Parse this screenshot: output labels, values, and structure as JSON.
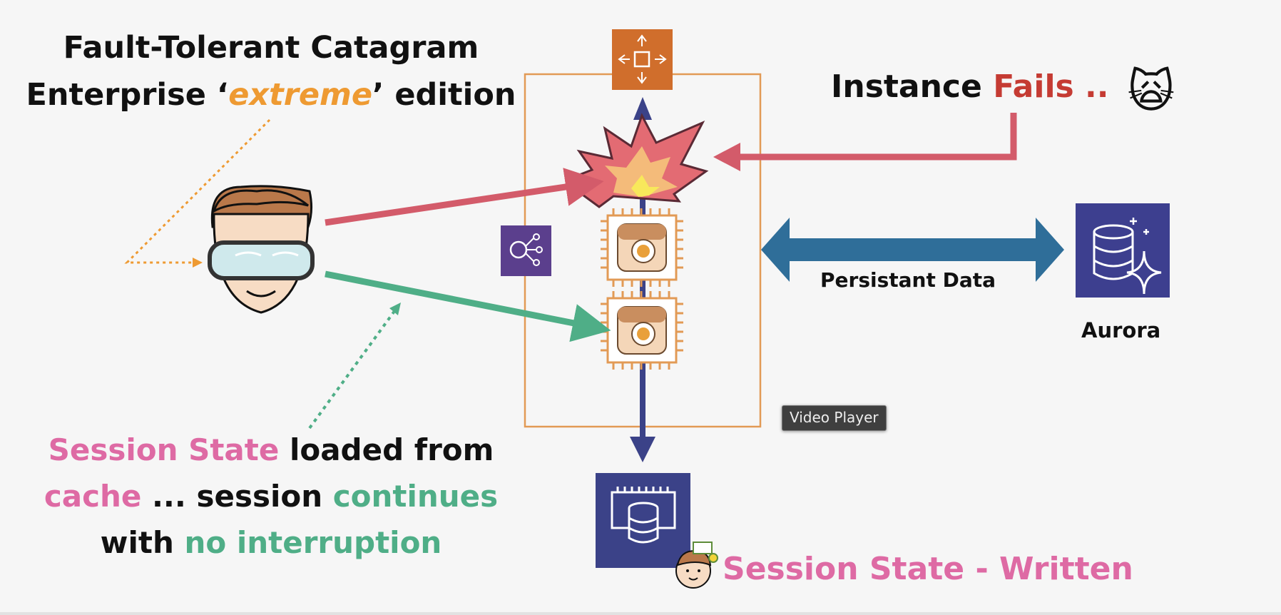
{
  "title": {
    "line1": "Fault-Tolerant Catagram",
    "line2_prefix": "Enterprise ‘",
    "line2_emph": "extreme",
    "line2_suffix": "’ edition"
  },
  "instance_fails": {
    "prefix": "Instance ",
    "highlight": "Fails ..",
    "emoji": "🙀"
  },
  "persistent_label": "Persistant Data",
  "aurora_label": "Aurora",
  "session_loaded": {
    "part1": "Session State",
    "part2": " loaded from",
    "part3": "cache",
    "part4": " ... session ",
    "part5": "continues",
    "part6": "with ",
    "part7": "no interruption"
  },
  "session_written": "Session State - Written",
  "tooltip": "Video Player",
  "colors": {
    "orange_box": "#d06e2c",
    "asg_border": "#e29a55",
    "red_arrow": "#d35b6a",
    "green_arrow": "#4fae87",
    "blue_arrow": "#2f6e99",
    "aws_purple": "#3d3f8f",
    "elb_purple": "#5b3f8d",
    "dark_navy": "#3b4288"
  },
  "icons": [
    "auto-scaling-icon",
    "load-balancer-icon",
    "aurora-database-icon",
    "elasticache-icon",
    "explosion-icon",
    "instance-chip-icon",
    "user-avatar-icon",
    "scared-cat-emoji"
  ]
}
